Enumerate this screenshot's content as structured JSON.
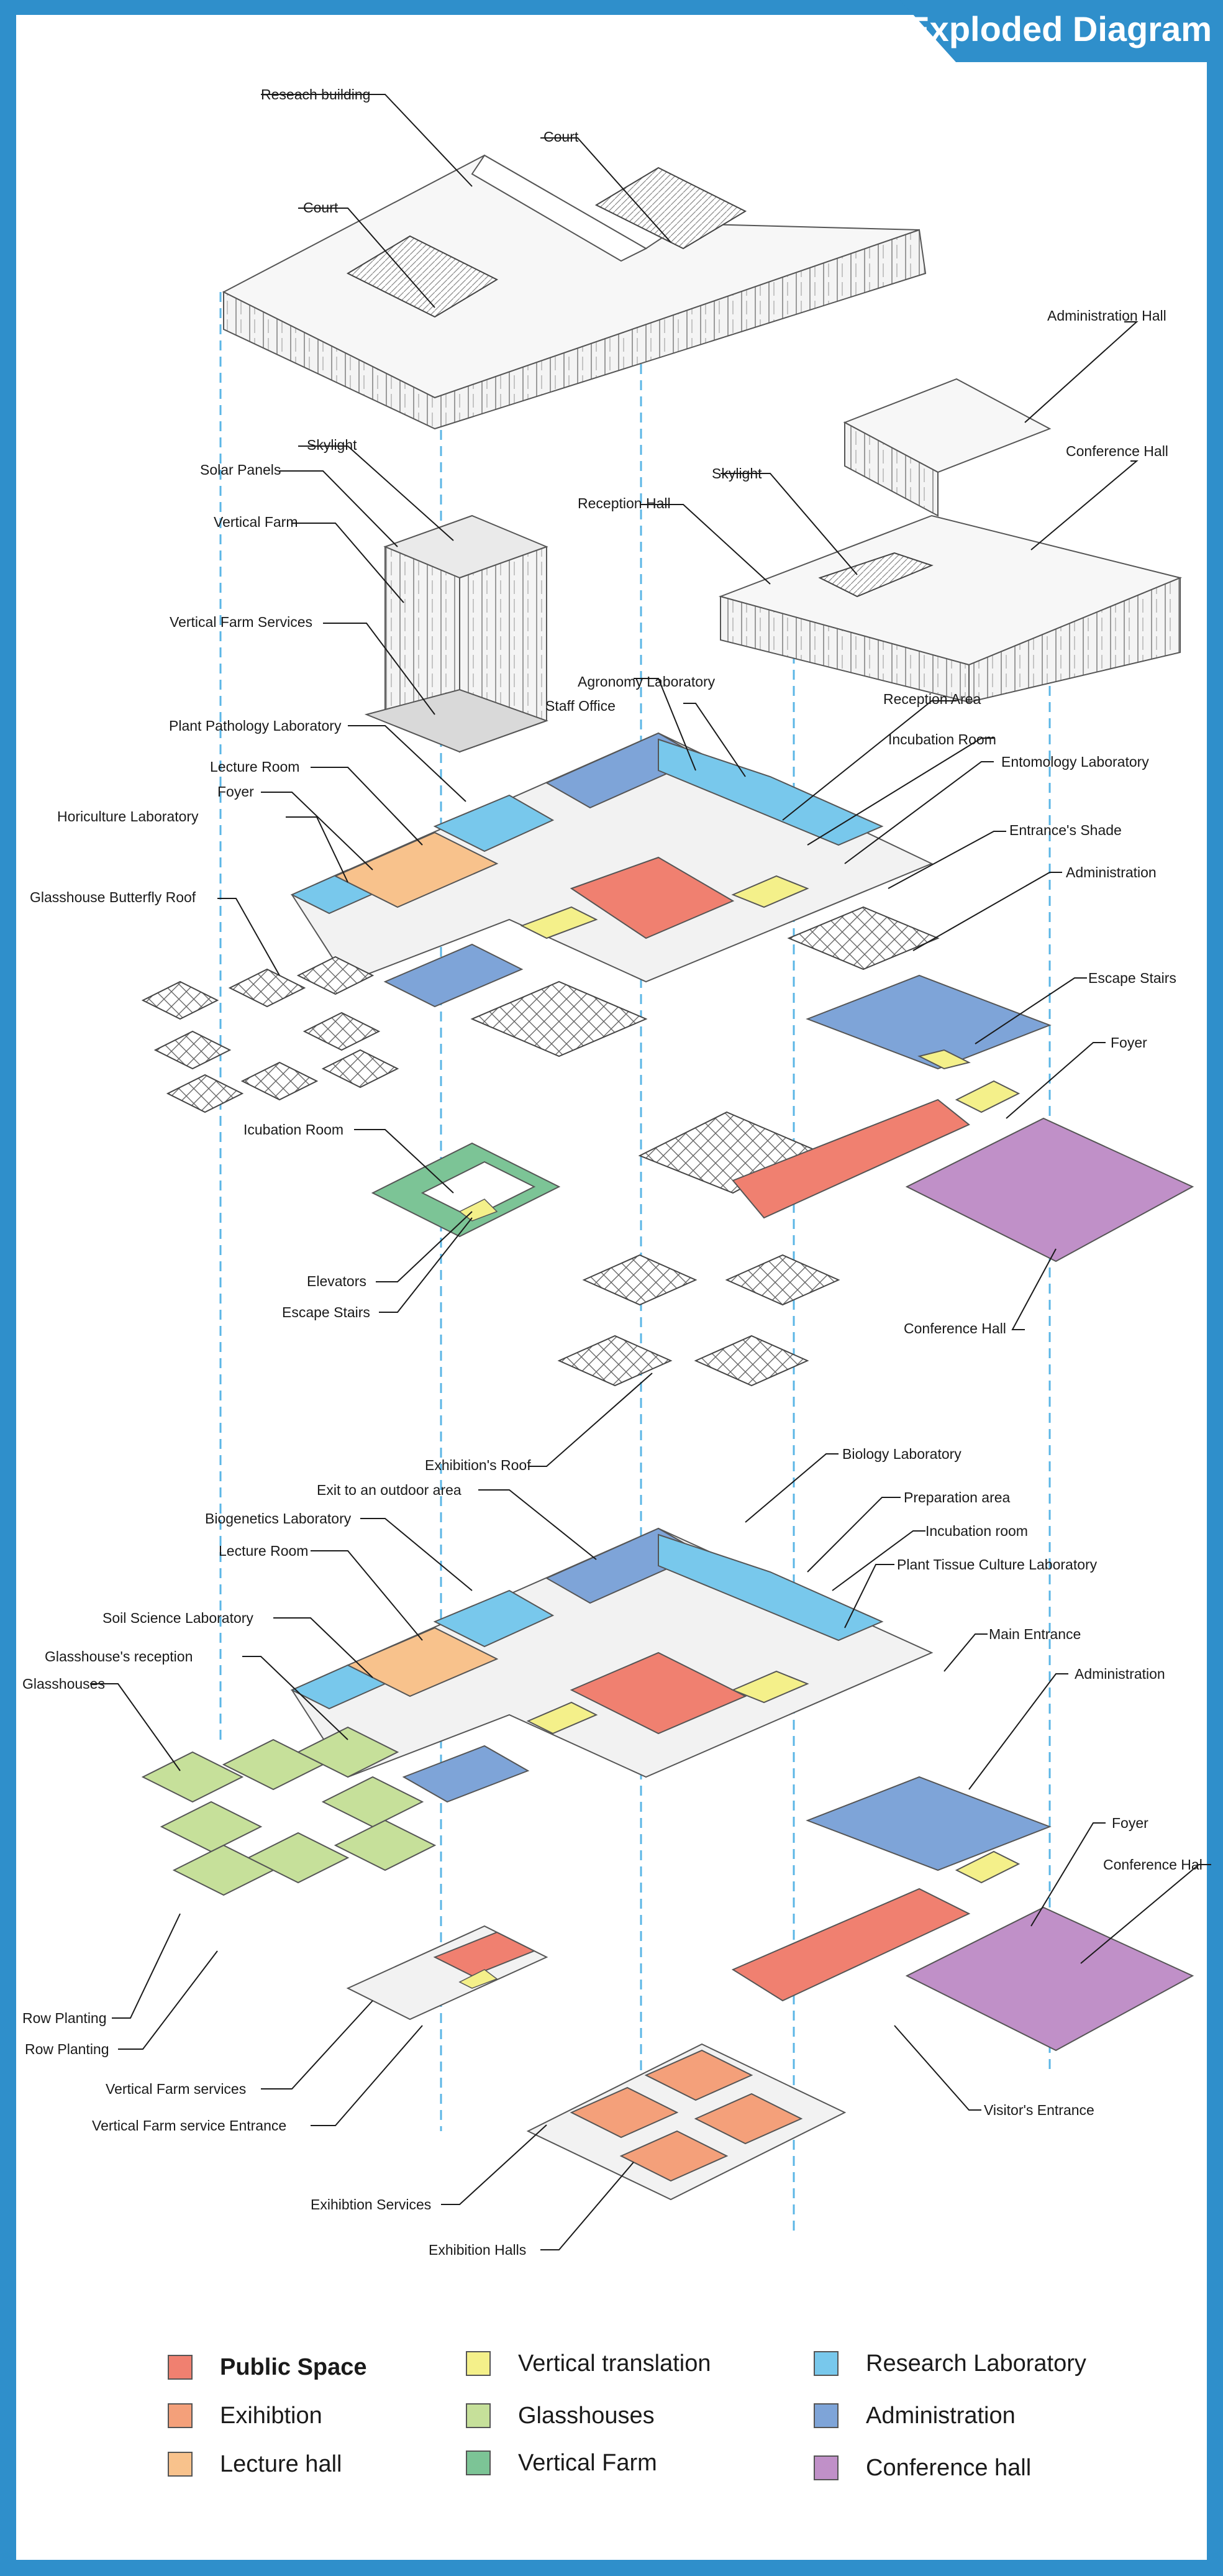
{
  "title": "Exploded Diagram",
  "labels": {
    "research_building": "Reseach building",
    "court_1": "Court",
    "court_2": "Court",
    "administration_hall": "Administration Hall",
    "conference_hall_top": "Conference Hall",
    "skylight_1": "Skylight",
    "solar_panels": "Solar Panels",
    "vertical_farm": "Vertical Farm",
    "skylight_2": "Skylight",
    "reception_hall": "Reception Hall",
    "vertical_farm_services": "Vertical Farm Services",
    "agronomy_laboratory": "Agronomy Laboratory",
    "staff_office": "Staff Office",
    "reception_area": "Reception Area",
    "plant_pathology_laboratory": "Plant Pathology Laboratory",
    "incubation_room_1": "Incubation Room",
    "entomology_laboratory": "Entomology Laboratory",
    "lecture_room_1": "Lecture Room",
    "foyer_1": "Foyer",
    "horiculture_laboratory": "Horiculture Laboratory",
    "entrances_shade": "Entrance's Shade",
    "administration_1": "Administration",
    "glasshouse_butterfly_roof": "Glasshouse Butterfly Roof",
    "escape_stairs_1": "Escape Stairs",
    "foyer_2": "Foyer",
    "icubation_room": "Icubation Room",
    "elevators": "Elevators",
    "escape_stairs_2": "Escape Stairs",
    "conference_hall_mid": "Conference Hall",
    "exhibitions_roof": "Exhibition's Roof",
    "biology_laboratory": "Biology Laboratory",
    "exit_outdoor": "Exit to an outdoor area",
    "biogenetics_laboratory": "Biogenetics Laboratory",
    "preparation_area": "Preparation area",
    "incubation_room_2": "Incubation room",
    "lecture_room_2": "Lecture Room",
    "plant_tissue_culture_laboratory": "Plant Tissue Culture Laboratory",
    "soil_science_laboratory": "Soil Science Laboratory",
    "main_entrance": "Main Entrance",
    "glasshouses_reception": "Glasshouse's reception",
    "administration_2": "Administration",
    "glasshouses": "Glasshouses",
    "foyer_3": "Foyer",
    "conference_hall_bottom": "Conference Hal",
    "row_planting_1": "Row Planting",
    "row_planting_2": "Row Planting",
    "vertical_farm_services_2": "Vertical Farm services",
    "vertical_farm_service_entrance": "Vertical Farm service Entrance",
    "visitors_entrance": "Visitor's Entrance",
    "exhibition_services": "Exihibtion Services",
    "exhibition_halls": "Exhibition Halls"
  },
  "legend": [
    {
      "label": "Public Space",
      "color": "#f08070"
    },
    {
      "label": "Exihibtion",
      "color": "#f4a07a"
    },
    {
      "label": "Lecture hall",
      "color": "#f8c28c"
    },
    {
      "label": "Vertical translation",
      "color": "#f4f08a"
    },
    {
      "label": "Glasshouses",
      "color": "#c6e09a"
    },
    {
      "label": "Vertical Farm",
      "color": "#7cc496"
    },
    {
      "label": "Research Laboratory",
      "color": "#78c8ec"
    },
    {
      "label": "Administration",
      "color": "#7ea4d8"
    },
    {
      "label": "Conference hall",
      "color": "#c090c8"
    }
  ],
  "colors": {
    "frame": "#2f8fcb",
    "dashed_guides": "#5bb6e6",
    "public": "#f08070",
    "exhibition": "#f4a07a",
    "lecture": "#f8c28c",
    "vertical": "#f4f08a",
    "glasshouse": "#c6e09a",
    "farm": "#7cc496",
    "research": "#78c8ec",
    "admin": "#7ea4d8",
    "conference": "#c090c8"
  }
}
